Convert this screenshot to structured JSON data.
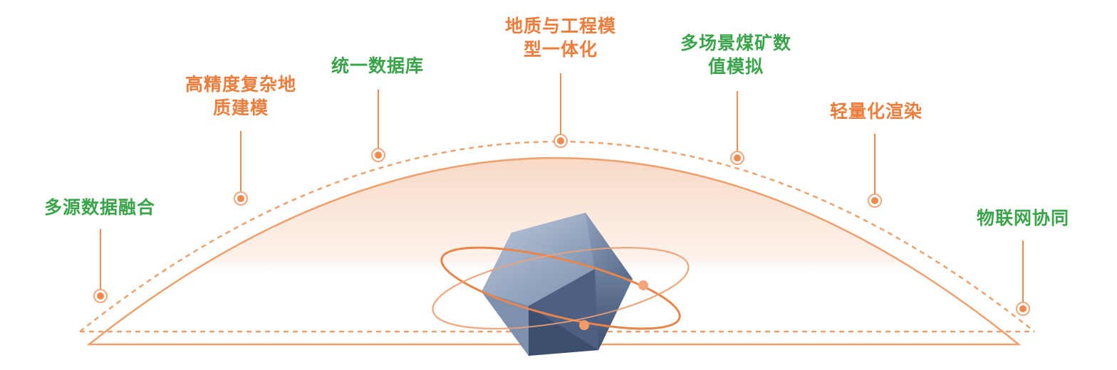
{
  "colors": {
    "accent_orange": "#ee7d3b",
    "accent_green": "#3aa44a",
    "dome_fill_top": "#f7d7c2",
    "crystal": "#6f85a6"
  },
  "features": [
    {
      "id": "multi-source-fusion",
      "lines": [
        "多源数据融合"
      ],
      "color": "green"
    },
    {
      "id": "high-precision-modeling",
      "lines": [
        "高精度复杂地",
        "质建模"
      ],
      "color": "orange"
    },
    {
      "id": "unified-database",
      "lines": [
        "统一数据库"
      ],
      "color": "green"
    },
    {
      "id": "geo-engineering-integration",
      "lines": [
        "地质与工程模",
        "型一体化"
      ],
      "color": "orange"
    },
    {
      "id": "multi-scene-simulation",
      "lines": [
        "多场景煤矿数",
        "值模拟"
      ],
      "color": "green"
    },
    {
      "id": "lightweight-rendering",
      "lines": [
        "轻量化渲染"
      ],
      "color": "orange"
    },
    {
      "id": "iot-collaboration",
      "lines": [
        "物联网协同"
      ],
      "color": "green"
    }
  ],
  "center_icon": "crystal-atom-icon"
}
